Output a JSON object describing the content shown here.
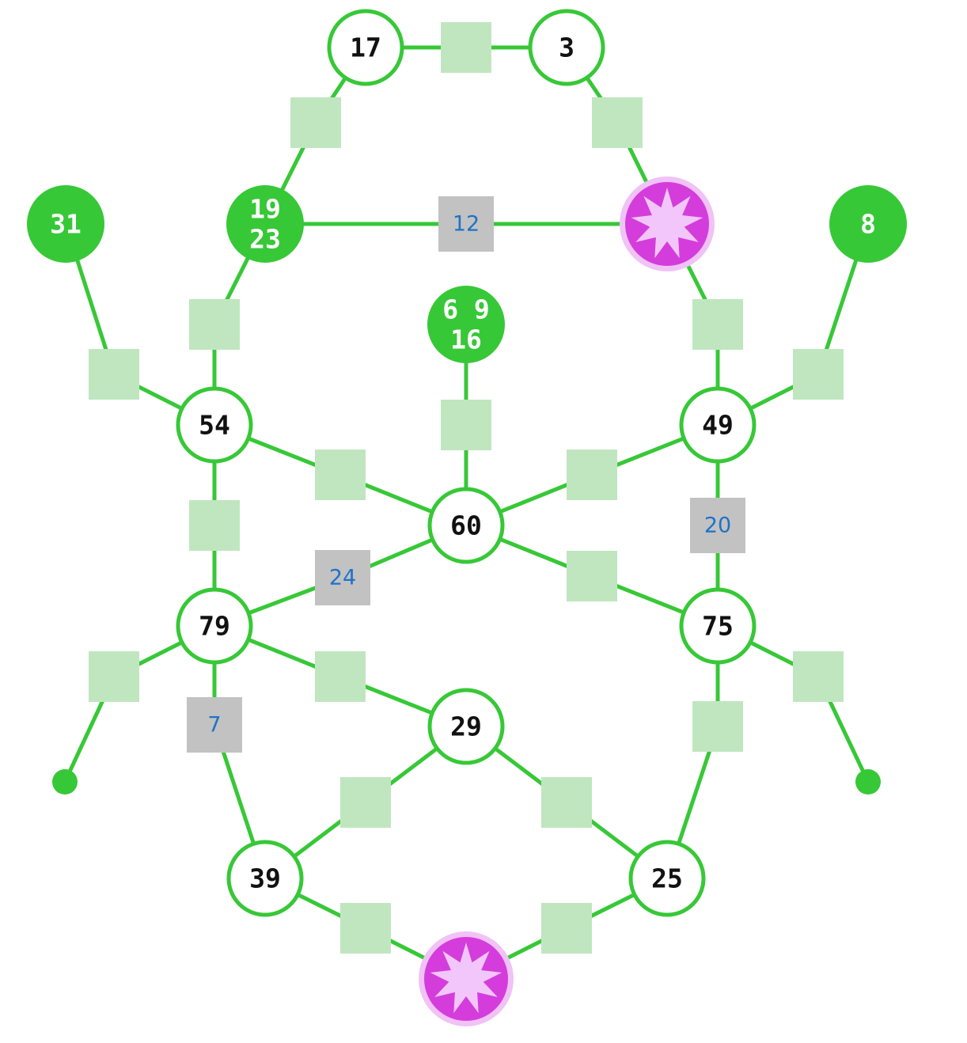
{
  "nodes": [
    {
      "id": "n17",
      "labels": [
        "17"
      ],
      "style": "open"
    },
    {
      "id": "n3",
      "labels": [
        "3"
      ],
      "style": "open"
    },
    {
      "id": "n1923",
      "labels": [
        "19",
        "23"
      ],
      "style": "filled"
    },
    {
      "id": "n31",
      "labels": [
        "31"
      ],
      "style": "filled"
    },
    {
      "id": "n8",
      "labels": [
        "8"
      ],
      "style": "filled"
    },
    {
      "id": "n6916",
      "labels": [
        "6 9",
        "16"
      ],
      "style": "filled"
    },
    {
      "id": "n54",
      "labels": [
        "54"
      ],
      "style": "open"
    },
    {
      "id": "n49",
      "labels": [
        "49"
      ],
      "style": "open"
    },
    {
      "id": "n60",
      "labels": [
        "60"
      ],
      "style": "open"
    },
    {
      "id": "n79",
      "labels": [
        "79"
      ],
      "style": "open"
    },
    {
      "id": "n75",
      "labels": [
        "75"
      ],
      "style": "open"
    },
    {
      "id": "n29",
      "labels": [
        "29"
      ],
      "style": "open"
    },
    {
      "id": "n39",
      "labels": [
        "39"
      ],
      "style": "open"
    },
    {
      "id": "n25",
      "labels": [
        "25"
      ],
      "style": "open"
    },
    {
      "id": "star-top",
      "labels": [],
      "style": "star"
    },
    {
      "id": "star-bottom",
      "labels": [],
      "style": "star"
    },
    {
      "id": "end-left",
      "labels": [],
      "style": "terminal"
    },
    {
      "id": "end-right",
      "labels": [],
      "style": "terminal"
    }
  ],
  "edges": [
    {
      "from": "n17",
      "to": "n3",
      "slot": ""
    },
    {
      "from": "n17",
      "to": "n1923",
      "slot": ""
    },
    {
      "from": "n3",
      "to": "star-top",
      "slot": ""
    },
    {
      "from": "n1923",
      "to": "star-top",
      "slot": "12"
    },
    {
      "from": "n1923",
      "to": "n54",
      "slot": ""
    },
    {
      "from": "star-top",
      "to": "n49",
      "slot": ""
    },
    {
      "from": "n31",
      "to": "n54",
      "slot": ""
    },
    {
      "from": "n8",
      "to": "n49",
      "slot": ""
    },
    {
      "from": "n6916",
      "to": "n60",
      "slot": ""
    },
    {
      "from": "n54",
      "to": "n60",
      "slot": ""
    },
    {
      "from": "n49",
      "to": "n60",
      "slot": ""
    },
    {
      "from": "n54",
      "to": "n79",
      "slot": ""
    },
    {
      "from": "n49",
      "to": "n75",
      "slot": "20"
    },
    {
      "from": "n60",
      "to": "n79",
      "slot": "24"
    },
    {
      "from": "n60",
      "to": "n75",
      "slot": ""
    },
    {
      "from": "n79",
      "to": "end-left",
      "slot": ""
    },
    {
      "from": "n79",
      "to": "n39",
      "slot": "7"
    },
    {
      "from": "n79",
      "to": "n29",
      "slot": ""
    },
    {
      "from": "n75",
      "to": "end-right",
      "slot": ""
    },
    {
      "from": "n75",
      "to": "n25",
      "slot": ""
    },
    {
      "from": "n29",
      "to": "n39",
      "slot": ""
    },
    {
      "from": "n29",
      "to": "n25",
      "slot": ""
    },
    {
      "from": "n39",
      "to": "star-bottom",
      "slot": ""
    },
    {
      "from": "n25",
      "to": "star-bottom",
      "slot": ""
    }
  ]
}
